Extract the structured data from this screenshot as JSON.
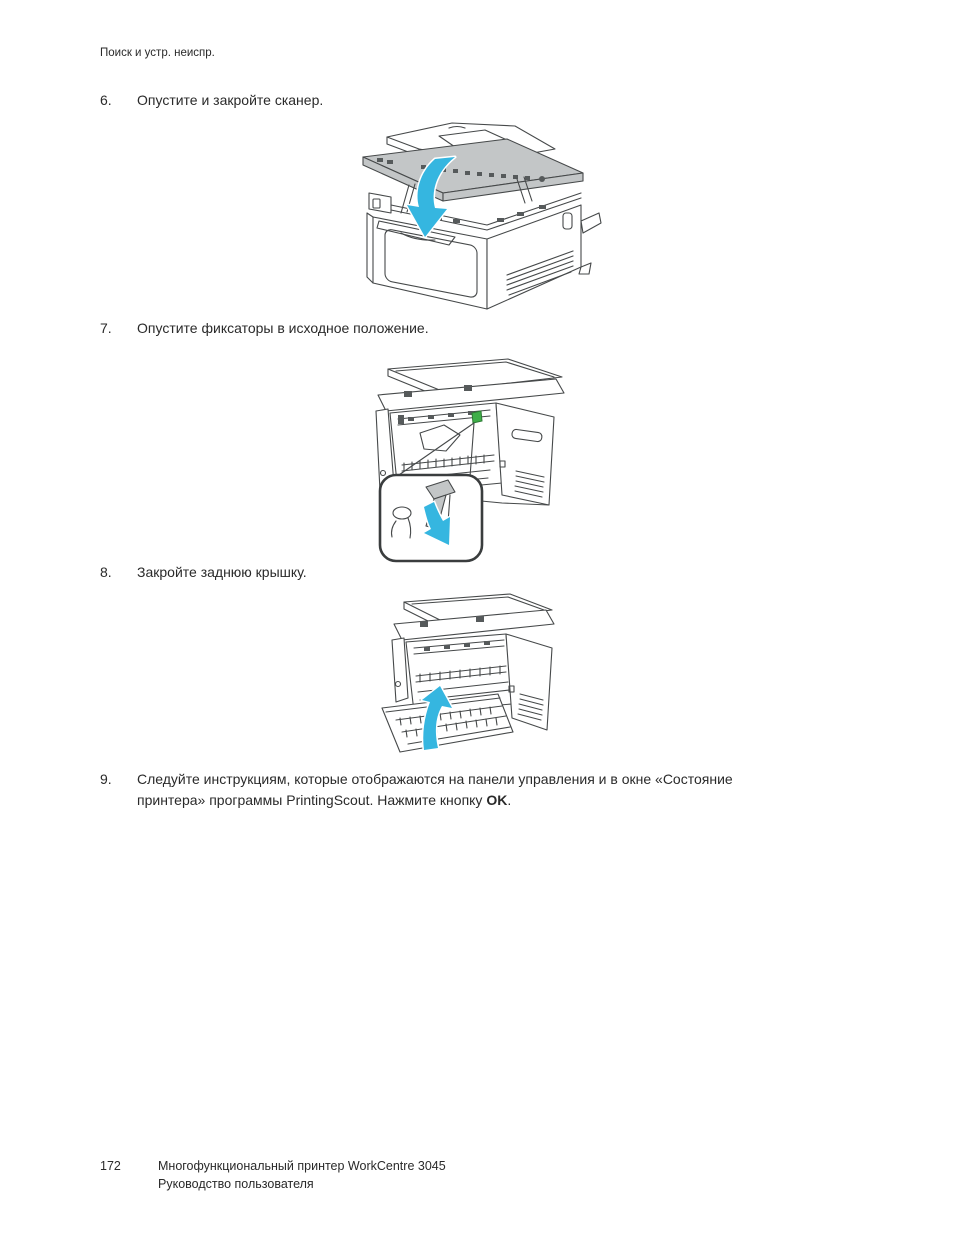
{
  "header": {
    "running_title": "Поиск и устр. неиспр."
  },
  "steps": [
    {
      "num": "6.",
      "text": "Опустите и закройте сканер."
    },
    {
      "num": "7.",
      "text": "Опустите фиксаторы в исходное положение."
    },
    {
      "num": "8.",
      "text": "Закройте заднюю крышку."
    },
    {
      "num": "9.",
      "line1": "Следуйте инструкциям, которые отображаются на панели управления и в окне «Состояние",
      "line2_pre": "принтера» программы PrintingScout. Нажмите кнопку ",
      "bold": "OK",
      "line2_post": "."
    }
  ],
  "figures": [
    {
      "name": "printer-close-scanner-illustration",
      "arrow": "down"
    },
    {
      "name": "printer-rear-fixator-lever-illustration",
      "arrow": "down"
    },
    {
      "name": "printer-close-rear-cover-illustration",
      "arrow": "up"
    }
  ],
  "footer": {
    "page_number": "172",
    "product": "Многофункциональный принтер WorkCentre 3045",
    "doc_type": "Руководство пользователя"
  },
  "colors": {
    "arrow_cyan": "#35b6e0",
    "panel_gray": "#c3c6c7",
    "latch_green": "#3fae49",
    "line": "#46494a",
    "text": "#2a2a2a"
  }
}
